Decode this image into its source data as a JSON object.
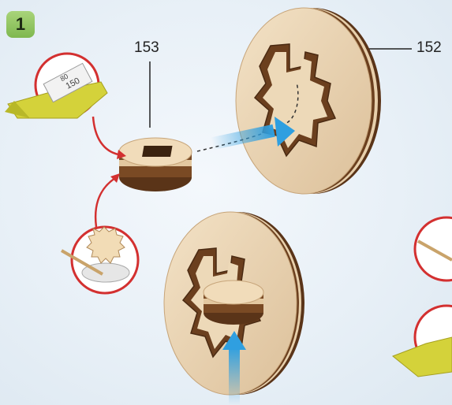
{
  "step": {
    "number": "1"
  },
  "parts": [
    {
      "id": "153",
      "label": "153"
    },
    {
      "id": "152",
      "label": "152"
    }
  ],
  "tools": {
    "sandpaper_grit_top": "80",
    "sandpaper_grit_bottom": "150"
  },
  "colors": {
    "wood_light": "#e9d2b0",
    "wood_dark": "#5a3418",
    "arrow_blue": "#2f9fe0",
    "callout_red": "#d33030",
    "sandpaper_yellow": "#d4d23a",
    "badge_green": "#8cc35c"
  }
}
